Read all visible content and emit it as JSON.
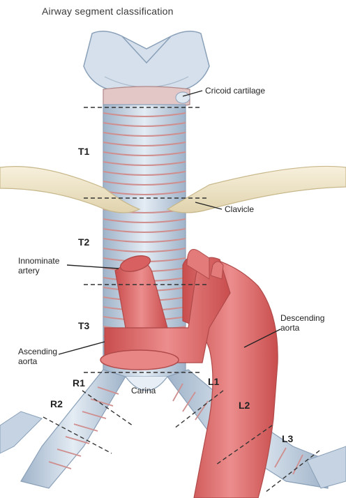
{
  "title": "Airway segment classification",
  "segments": {
    "t1": "T1",
    "t2": "T2",
    "t3": "T3",
    "r1": "R1",
    "r2": "R2",
    "l1": "L1",
    "l2": "L2",
    "l3": "L3"
  },
  "labels": {
    "cricoid": "Cricoid cartilage",
    "clavicle": "Clavicle",
    "innominate_1": "Innominate",
    "innominate_2": "artery",
    "descending_1": "Descending",
    "descending_2": "aorta",
    "ascending_1": "Ascending",
    "ascending_2": "aorta",
    "carina": "Carina"
  },
  "colors": {
    "trachea": "#c9d6e6",
    "trachea_ring": "#d49a9a",
    "aorta": "#df6f6f",
    "clavicle": "#efe6c8"
  }
}
